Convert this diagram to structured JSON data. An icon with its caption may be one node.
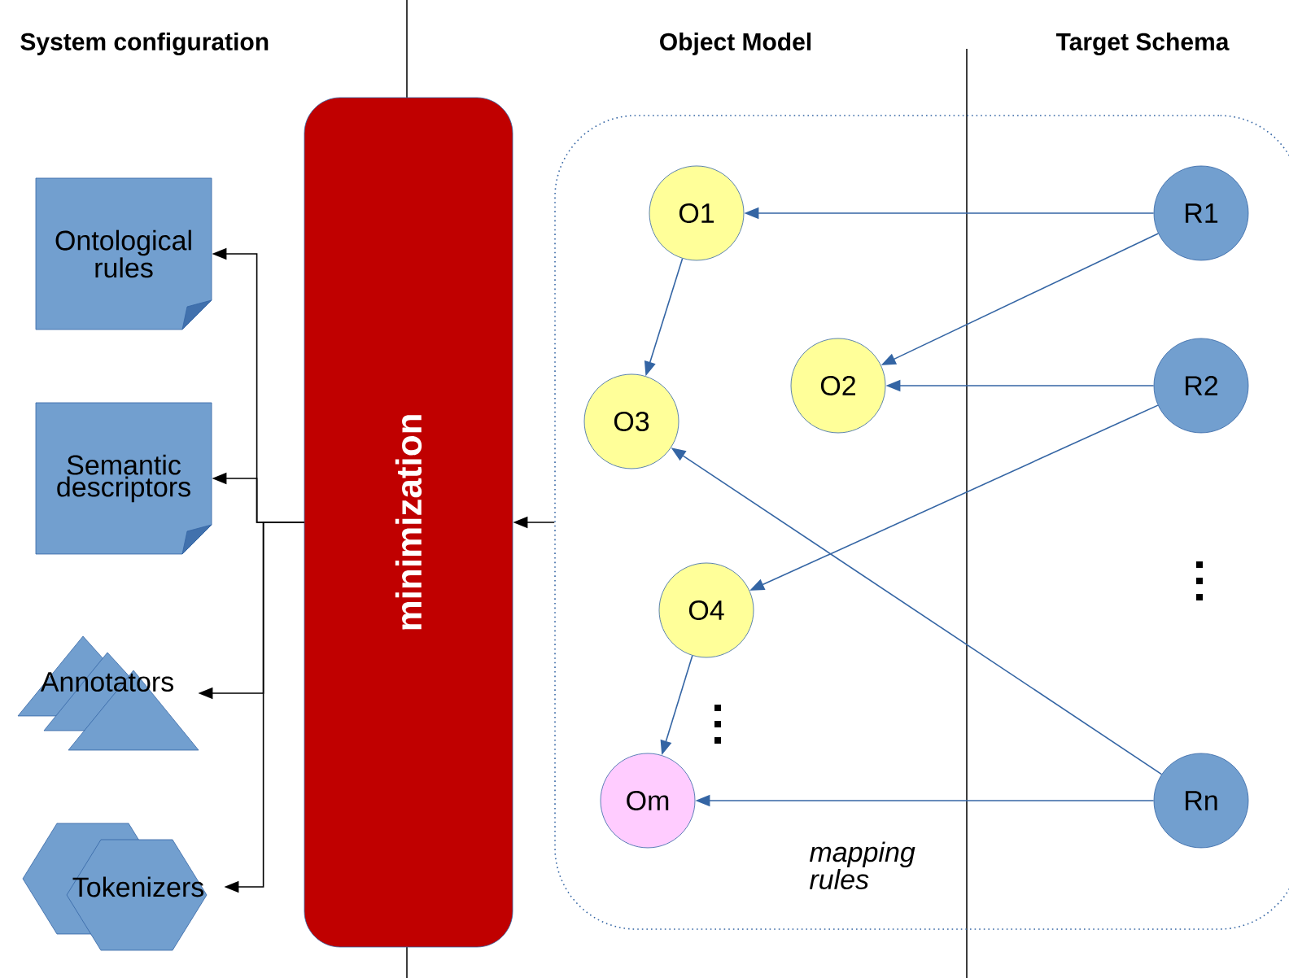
{
  "diagram": {
    "nodes": [
      {
        "text": [
          "minimization"
        ]
      },
      {
        "text": [
          "Ontological rules"
        ]
      },
      {
        "text": [
          "Semantic descriptors"
        ]
      },
      {
        "text": [
          "Annotators"
        ]
      },
      {
        "text": [
          "Tokenizers"
        ]
      },
      {
        "text": [
          "mapping rules"
        ]
      },
      {
        "text": [
          "O1"
        ],
        "in": 5
      },
      {
        "text": [
          "O2"
        ],
        "in": 5
      },
      {
        "text": [
          "O3"
        ],
        "in": 5
      },
      {
        "text": [
          "O4"
        ],
        "in": 5
      },
      {
        "text": [
          "Om"
        ],
        "in": 5
      },
      {
        "text": [
          "R1"
        ],
        "in": 5
      },
      {
        "text": [
          "R2"
        ],
        "in": 5
      },
      {
        "text": [
          "Rn"
        ],
        "in": 5
      }
    ],
    "edges": [
      {
        "from": 0,
        "to": 1,
        "arrow": "to",
        "color": "#000000"
      },
      {
        "from": 0,
        "to": 2,
        "arrow": "to",
        "color": "#000000"
      },
      {
        "from": 0,
        "to": 3,
        "arrow": "to",
        "color": "#000000"
      },
      {
        "from": 0,
        "to": 4,
        "arrow": "to",
        "color": "#000000"
      },
      {
        "from": 5,
        "to": 0,
        "arrow": "to",
        "color": "#000000"
      },
      {
        "from": 11,
        "to": 6,
        "arrow": "to"
      },
      {
        "from": 11,
        "to": 7,
        "arrow": "to"
      },
      {
        "from": 12,
        "to": 7,
        "arrow": "to"
      },
      {
        "from": 6,
        "to": 8,
        "arrow": "to"
      },
      {
        "from": 12,
        "to": 9,
        "arrow": "to"
      },
      {
        "from": 13,
        "to": 8,
        "arrow": "to"
      },
      {
        "from": 9,
        "to": 10,
        "arrow": "to"
      },
      {
        "from": 13,
        "to": 10,
        "arrow": "to"
      }
    ],
    "labels": [
      "System configuration",
      "Object Model",
      "Target Schema"
    ]
  }
}
